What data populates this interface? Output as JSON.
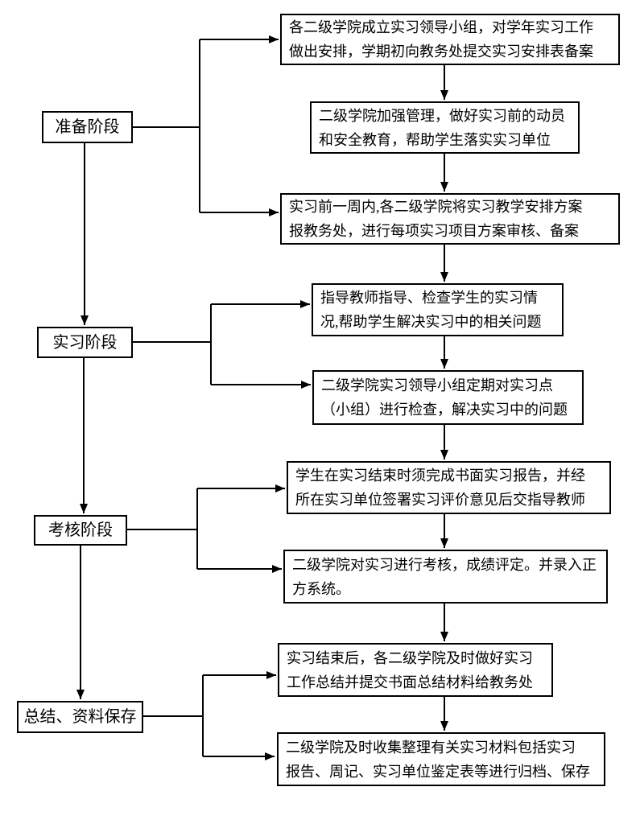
{
  "colors": {
    "background": "#ffffff",
    "line": "#000000",
    "box_border": "#000000",
    "text": "#000000"
  },
  "stages": [
    {
      "label": "准备阶段"
    },
    {
      "label": "实习阶段"
    },
    {
      "label": "考核阶段"
    },
    {
      "label": "总结、资料保存"
    }
  ],
  "steps": [
    {
      "text": "各二级学院成立实习领导小组，对学年实习工作\n做出安排，学期初向教务处提交实习安排表备案"
    },
    {
      "text": "二级学院加强管理，做好实习前的动员\n和安全教育，帮助学生落实实习单位"
    },
    {
      "text": "实习前一周内,各二级学院将实习教学安排方案\n报教务处，进行每项实习项目方案审核、备案"
    },
    {
      "text": "指导教师指导、检查学生的实习情\n况,帮助学生解决实习中的相关问题"
    },
    {
      "text": "二级学院实习领导小组定期对实习点\n（小组）进行检查，解决实习中的问题"
    },
    {
      "text": "学生在实习结束时须完成书面实习报告，并经\n所在实习单位签署实习评价意见后交指导教师"
    },
    {
      "text": "二级学院对实习进行考核，成绩评定。并录入正\n方系统。"
    },
    {
      "text": "实习结束后，各二级学院及时做好实习\n工作总结并提交书面总结材料给教务处"
    },
    {
      "text": "二级学院及时收集整理有关实习材料包括实习\n报告、周记、实习单位鉴定表等进行归档、保存"
    }
  ]
}
